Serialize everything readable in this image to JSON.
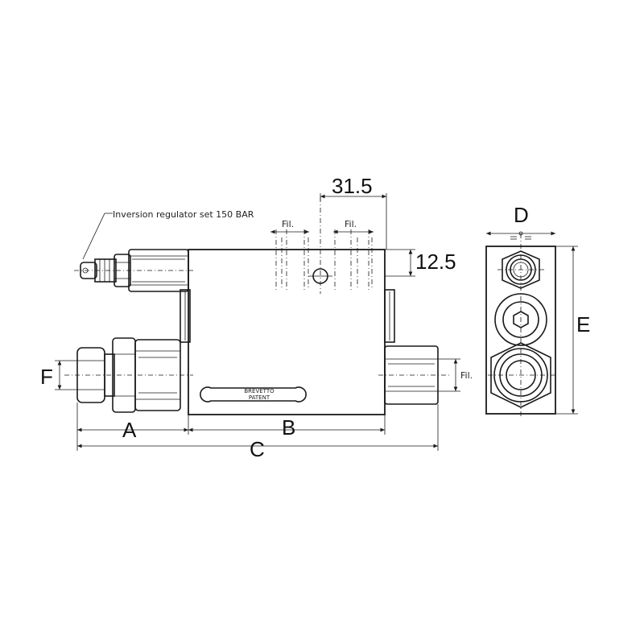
{
  "callout": "Inversion regulator set 150 BAR",
  "labels": {
    "fil_1": "Fil.",
    "fil_2": "Fil.",
    "fil_3": "Fil.",
    "dim_31_5": "31.5",
    "dim_12_5": "12.5",
    "dim_a": "A",
    "dim_b": "B",
    "dim_c": "C",
    "dim_d": "D",
    "dim_e": "E",
    "dim_f": "F"
  },
  "plate": {
    "line1": "BREVETTO",
    "line2": "PATENT"
  }
}
